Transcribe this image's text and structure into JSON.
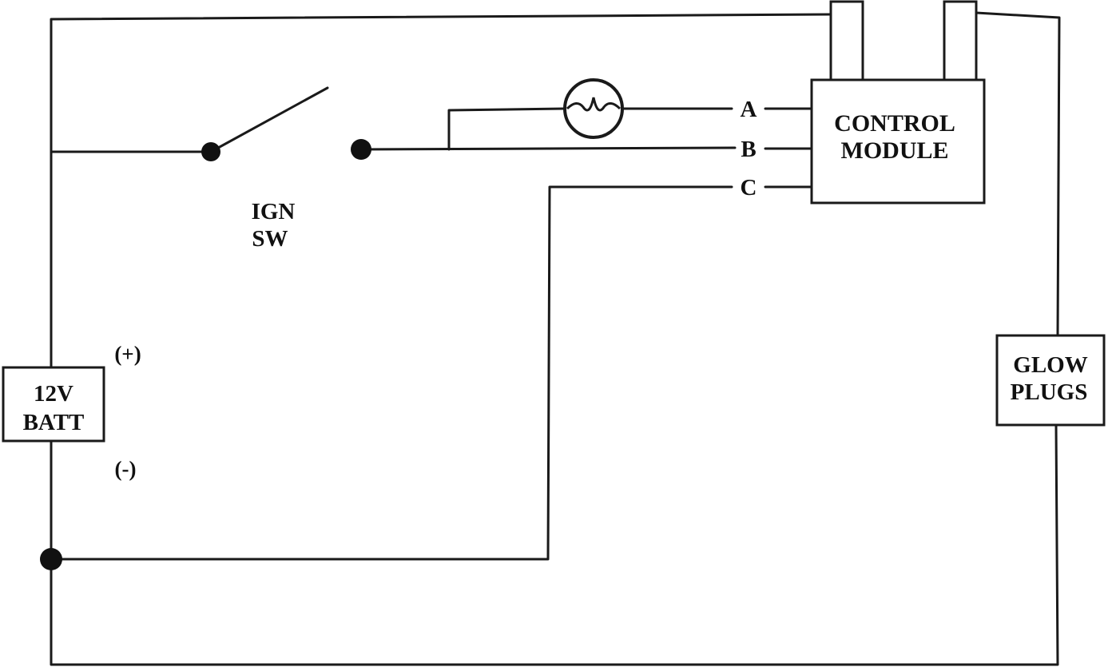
{
  "diagram": {
    "battery": {
      "line1": "12V",
      "line2": "BATT",
      "positive": "(+)",
      "negative": "(-)"
    },
    "ignition_switch": {
      "line1": "IGN",
      "line2": "SW"
    },
    "control_module": {
      "line1": "CONTROL",
      "line2": "MODULE",
      "terminals": [
        "A",
        "B",
        "C"
      ]
    },
    "glow_plugs": {
      "line1": "GLOW",
      "line2": "PLUGS"
    },
    "colors": {
      "line": "#1a1a1a",
      "background": "#ffffff"
    },
    "icons": {
      "indicator_lamp": "lamp-icon"
    }
  }
}
